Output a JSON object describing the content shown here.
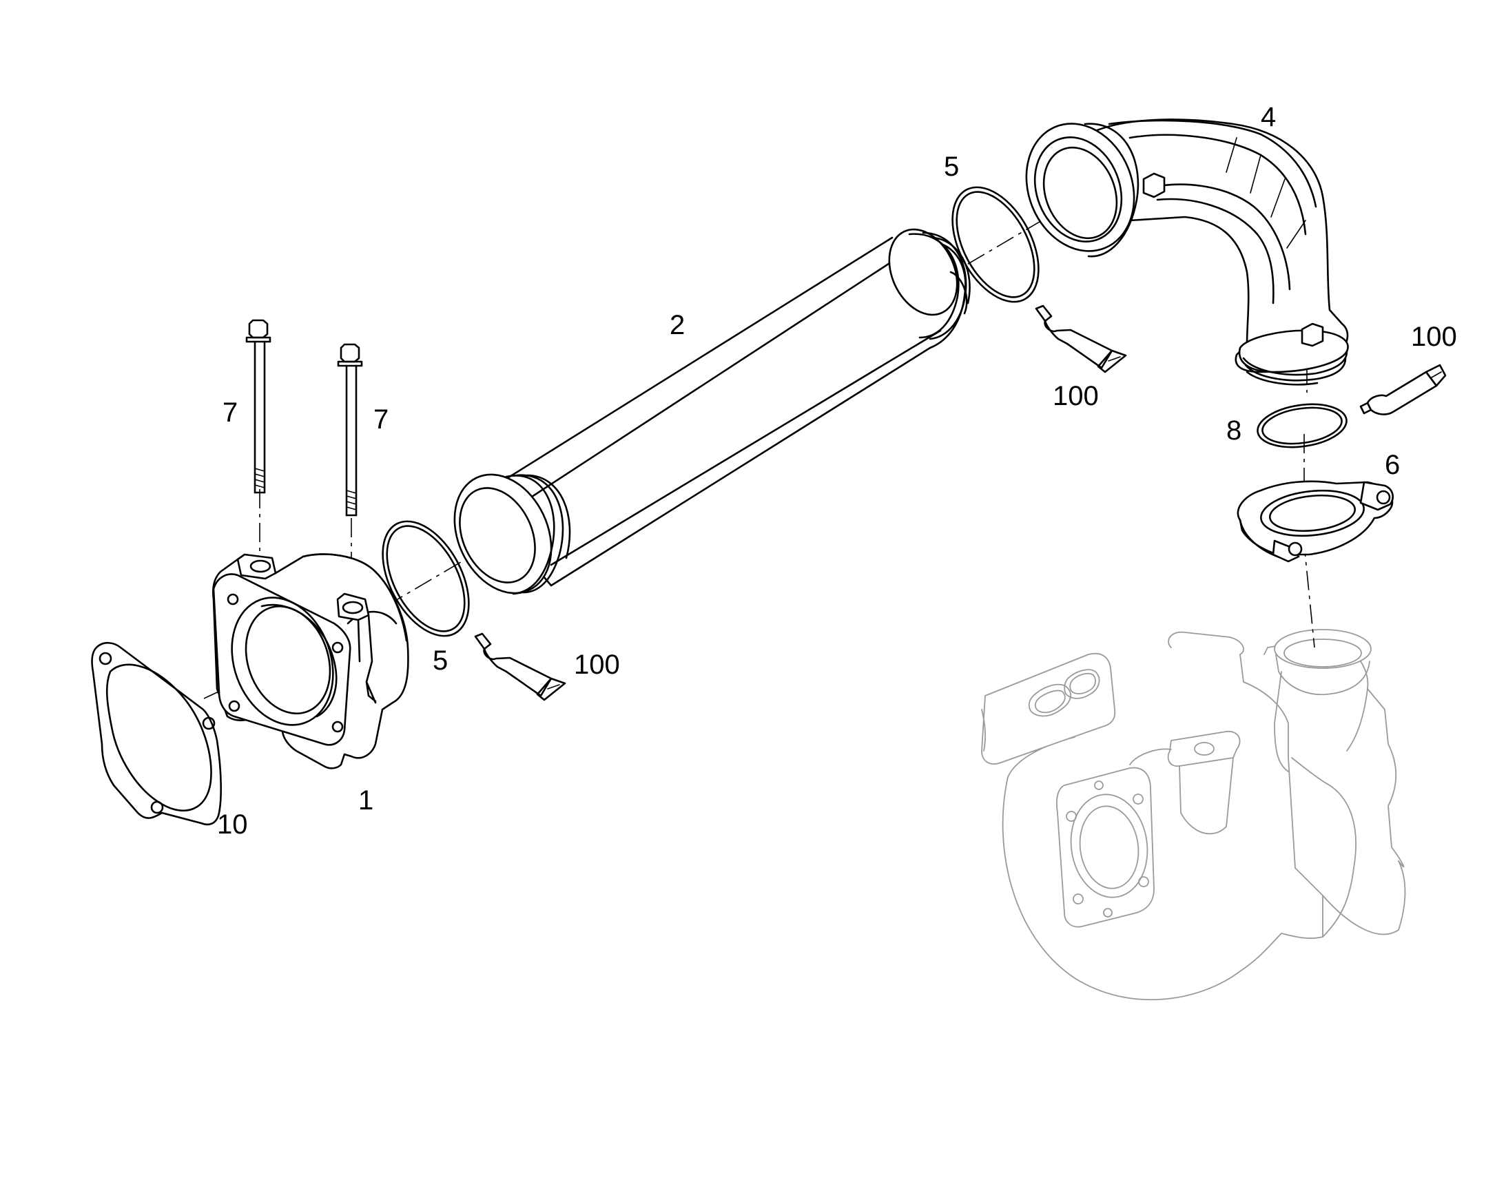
{
  "callouts": {
    "part_1": "1",
    "part_2": "2",
    "part_4": "4",
    "part_5_left": "5",
    "part_5_right": "5",
    "part_6": "6",
    "part_7_left": "7",
    "part_7_right": "7",
    "part_8": "8",
    "part_10": "10",
    "sealant_100_left": "100",
    "sealant_100_middle": "100",
    "sealant_100_right": "100"
  },
  "colors": {
    "line": "#000000",
    "ghost_line": "#9a9a9a",
    "background": "#ffffff"
  }
}
